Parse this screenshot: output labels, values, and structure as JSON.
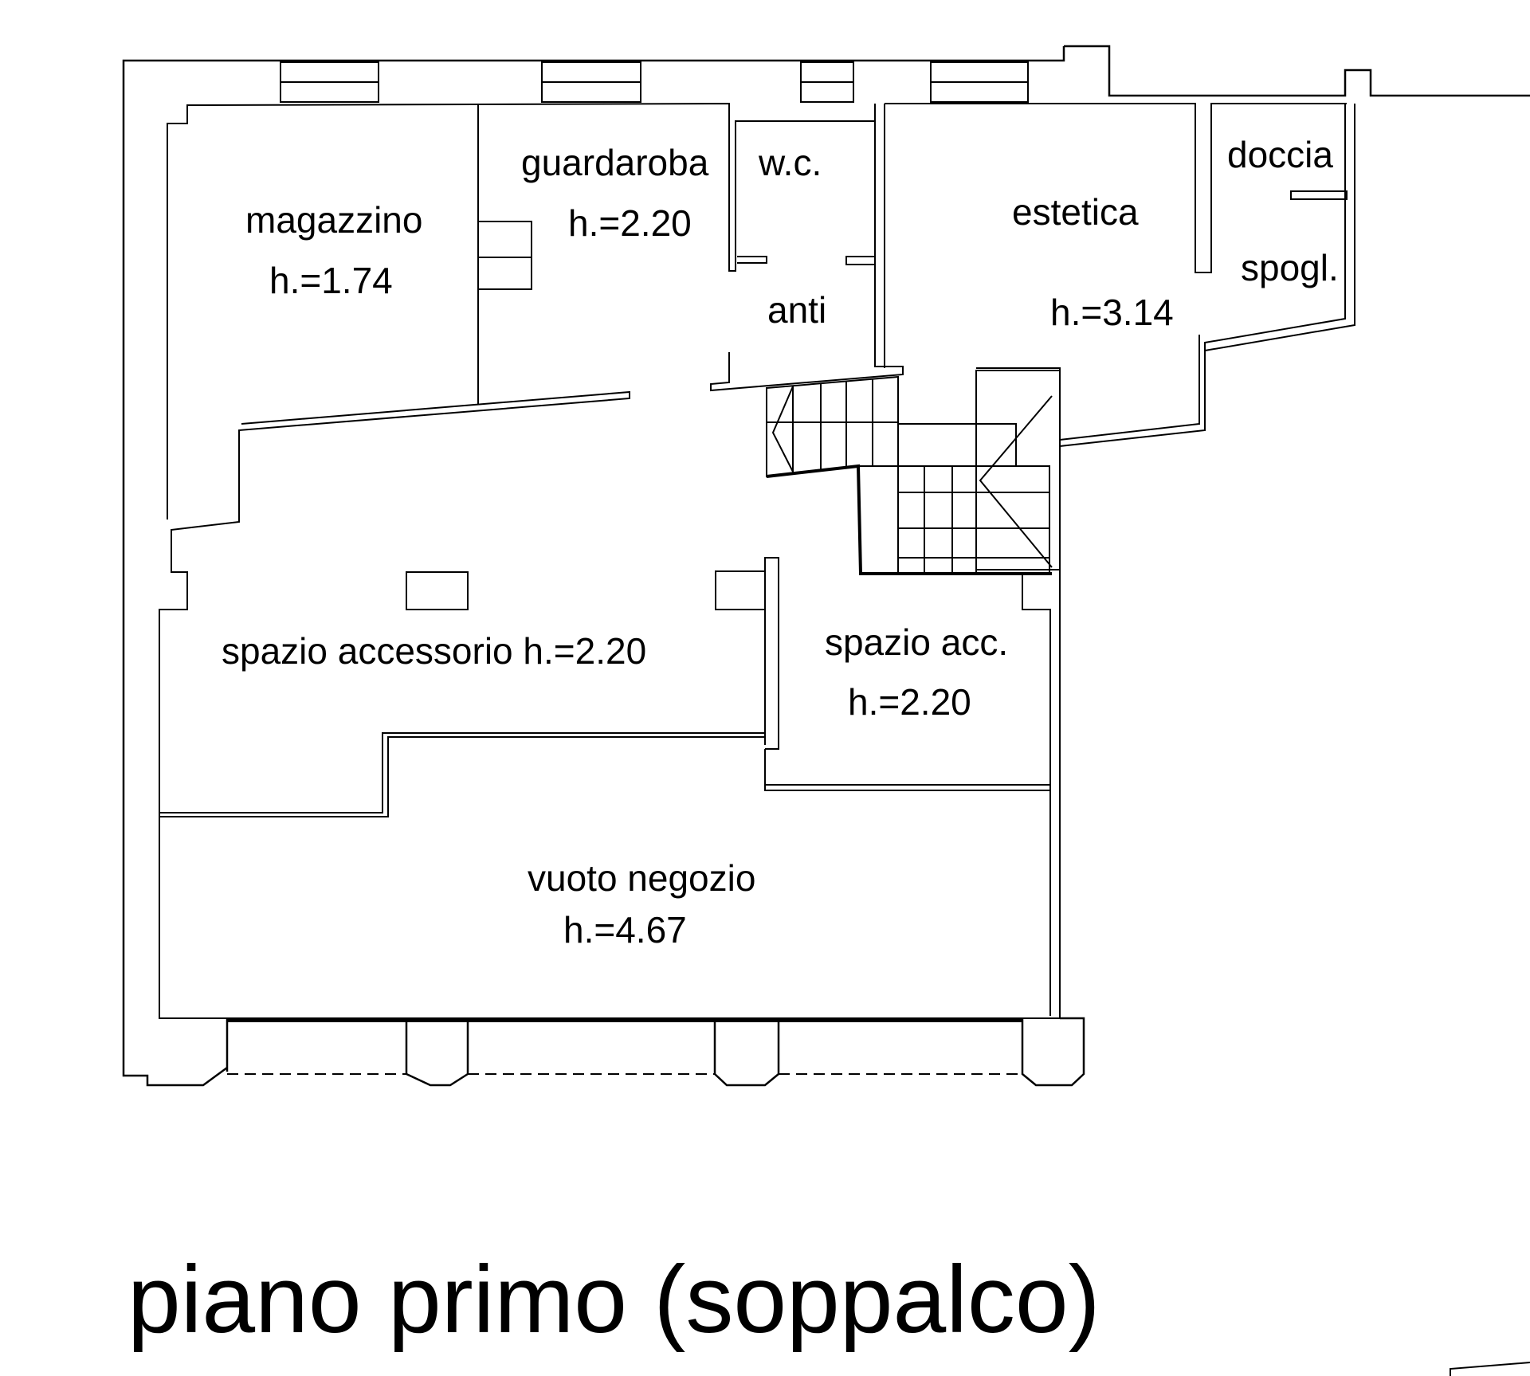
{
  "floor_title": "piano primo (soppalco)",
  "rooms": {
    "magazzino": {
      "name": "magazzino",
      "height": "h.=1.74"
    },
    "guardaroba": {
      "name": "guardaroba",
      "height": "h.=2.20"
    },
    "wc": {
      "name": "w.c."
    },
    "anti": {
      "name": "anti"
    },
    "estetica": {
      "name": "estetica",
      "height": "h.=3.14"
    },
    "doccia": {
      "name": "doccia"
    },
    "spogl": {
      "name": "spogl."
    },
    "spazio_accessorio": {
      "name": "spazio accessorio h.=2.20"
    },
    "spazio_acc": {
      "name": "spazio acc.",
      "height": "h.=2.20"
    },
    "vuoto_negozio": {
      "name": "vuoto negozio",
      "height": "h.=4.67"
    }
  },
  "colors": {
    "ink": "#000000",
    "paper": "#ffffff"
  }
}
